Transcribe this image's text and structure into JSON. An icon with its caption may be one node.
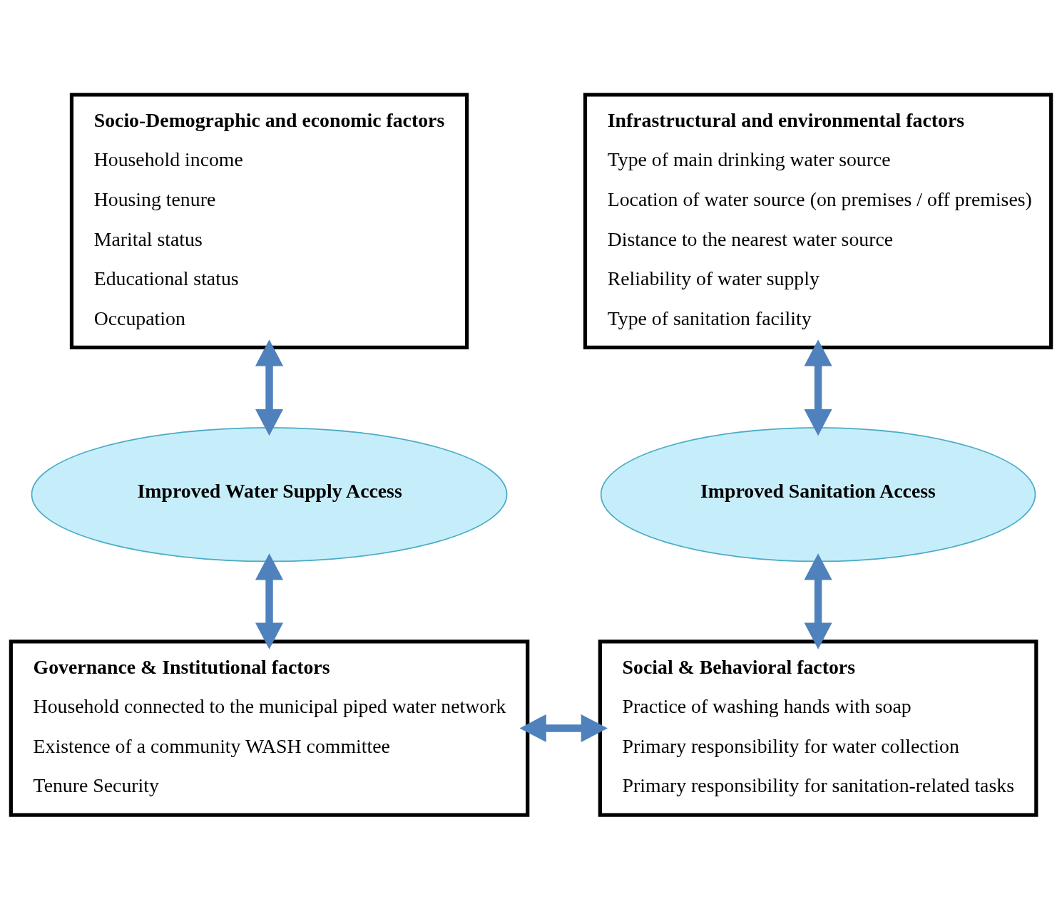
{
  "diagram": {
    "nodes": [
      {
        "text": [
          "Socio-Demographic and economic factors",
          "Household income",
          "Housing tenure",
          "Marital status",
          "Educational status",
          "Occupation"
        ]
      },
      {
        "text": [
          "Infrastructural and environmental factors",
          "Type of main drinking water source",
          "Location of water source (on premises / off premises)",
          "Distance to the nearest water source",
          "Reliability of water supply",
          "Type of sanitation facility"
        ]
      },
      {
        "text": [
          "Improved Water Supply Access"
        ]
      },
      {
        "text": [
          "Improved Sanitation Access"
        ]
      },
      {
        "text": [
          "Governance & Institutional factors",
          "Household connected to the municipal piped water network",
          "Existence of a community WASH committee",
          "Tenure Security"
        ]
      },
      {
        "text": [
          "Social & Behavioral factors",
          "Practice of washing hands with soap",
          "Primary responsibility for water collection",
          "Primary responsibility for sanitation-related tasks"
        ]
      }
    ],
    "edges": [
      {
        "from": 0,
        "to": 2,
        "arrow": "both"
      },
      {
        "from": 4,
        "to": 2,
        "arrow": "both"
      },
      {
        "from": 1,
        "to": 3,
        "arrow": "both"
      },
      {
        "from": 3,
        "to": 5,
        "arrow": "both"
      },
      {
        "from": 4,
        "to": 5,
        "arrow": "both"
      }
    ]
  }
}
